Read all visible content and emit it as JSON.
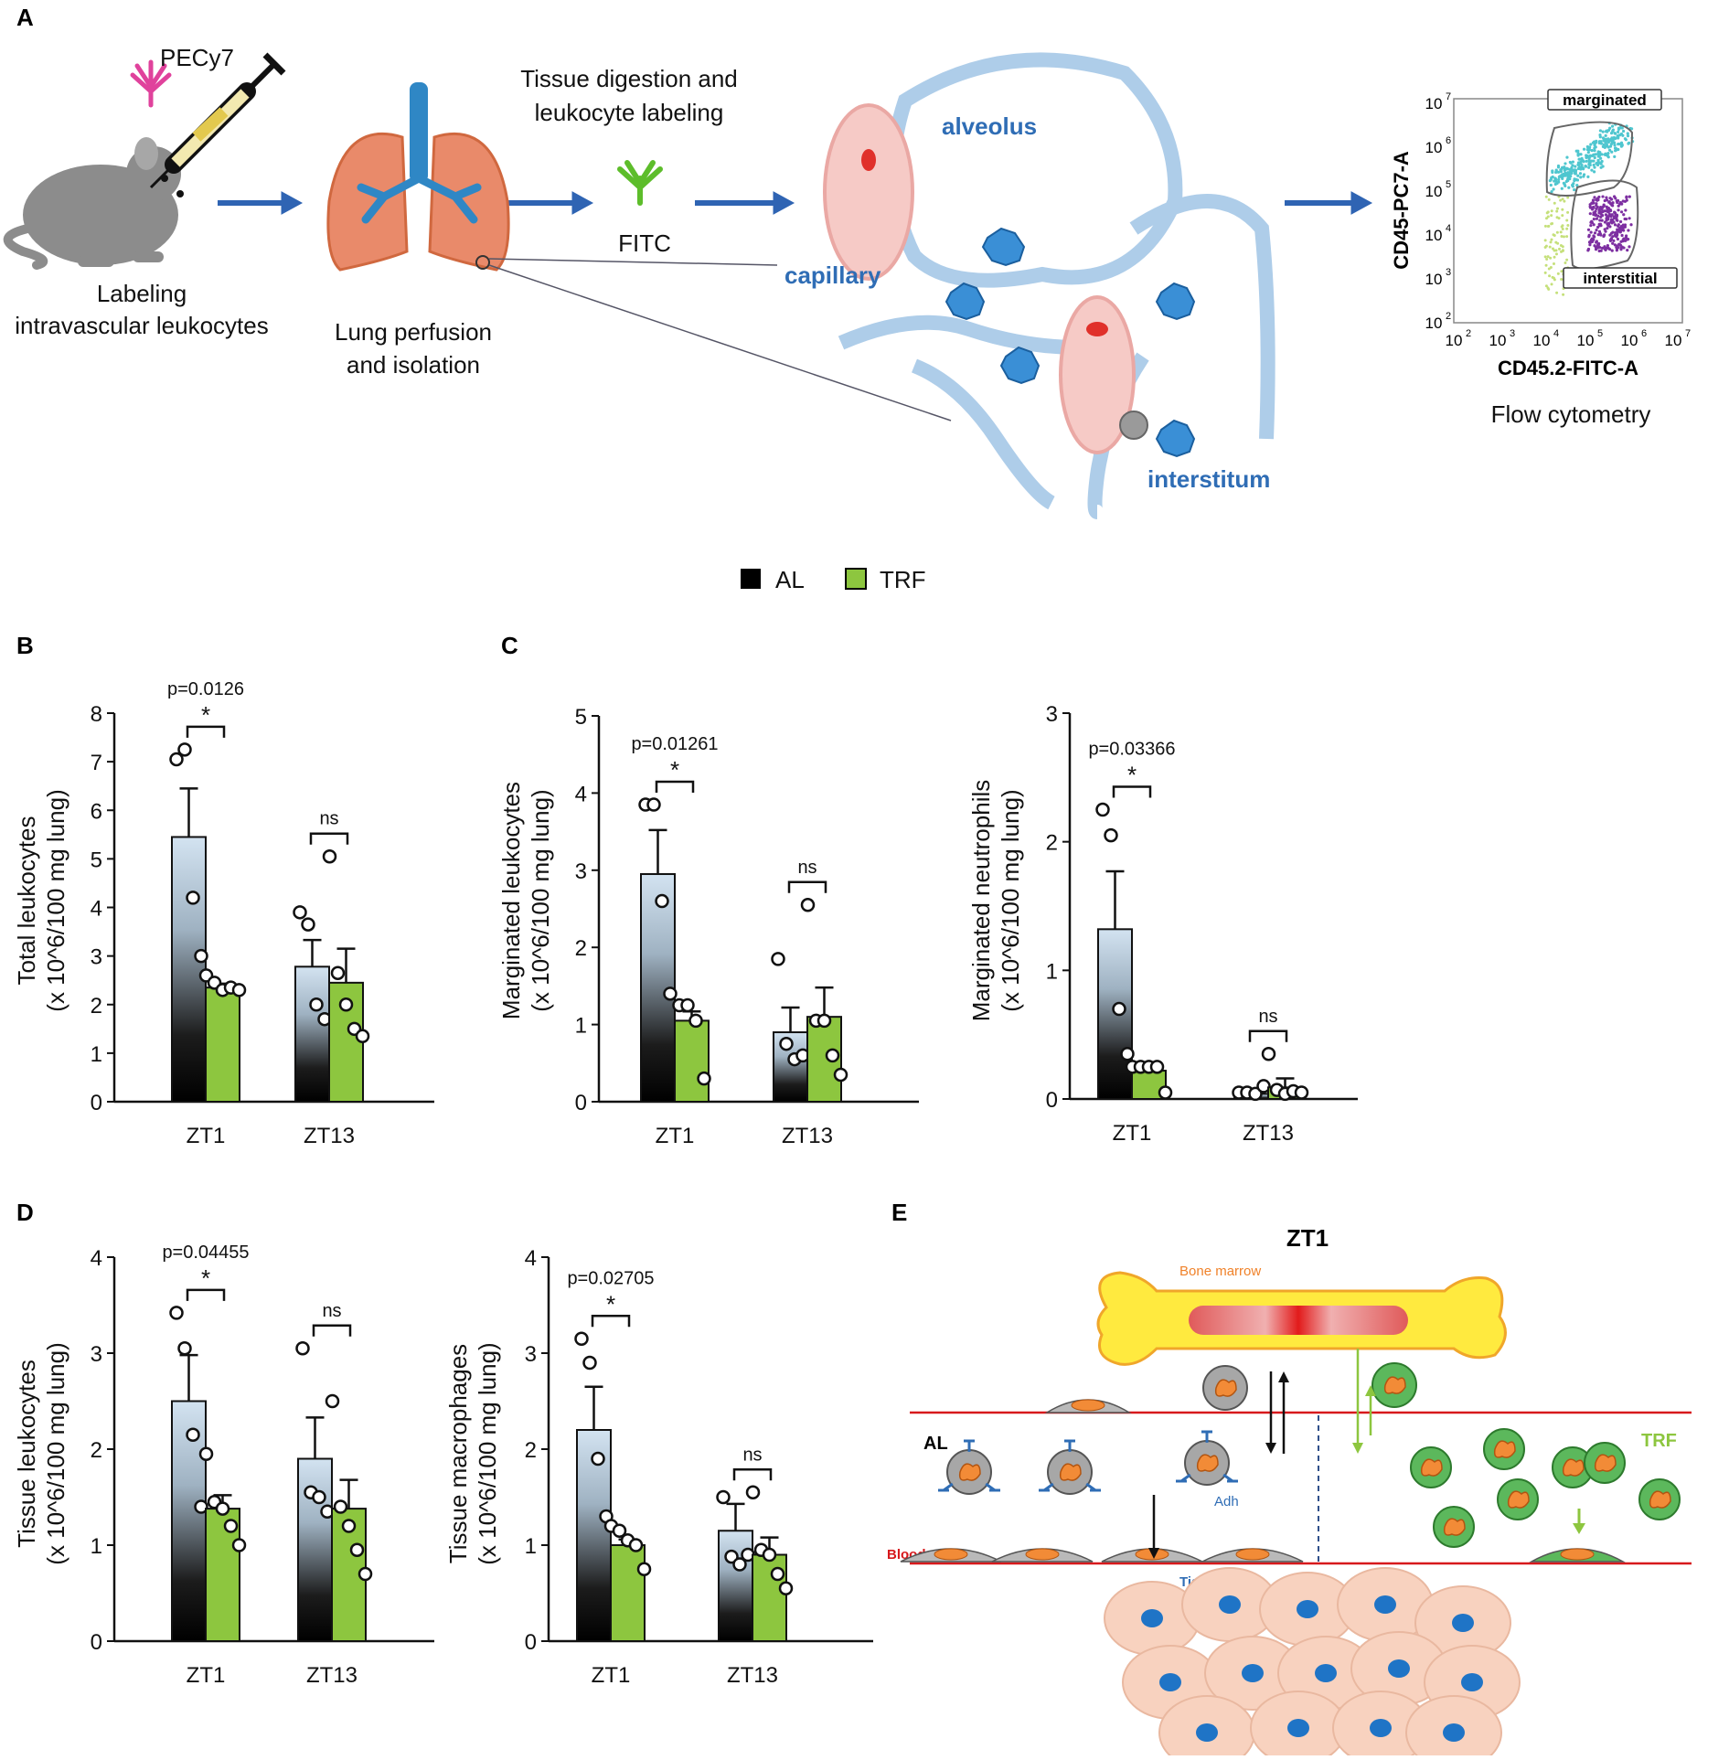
{
  "panels": {
    "a": "A",
    "b": "B",
    "c": "C",
    "d": "D",
    "e": "E"
  },
  "schematic_a": {
    "dye1": "PECy7",
    "dye2": "FITC",
    "step1_line1": "Labeling",
    "step1_line2": "intravascular leukocytes",
    "step2_line1": "Lung perfusion",
    "step2_line2": "and isolation",
    "step3_line1": "Tissue digestion and",
    "step3_line2": "leukocyte labeling",
    "alveolus": "alveolus",
    "capillary": "capillary",
    "interstitum": "interstitum",
    "flow_title": "Flow cytometry",
    "flow_xlabel": "CD45.2-FITC-A",
    "flow_ylabel": "CD45-PC7-A",
    "gate_top": "marginated",
    "gate_bottom": "interstitial",
    "flow_ticks": [
      "10",
      "2",
      "10",
      "3",
      "10",
      "4",
      "10",
      "5",
      "10",
      "6",
      "10",
      "7"
    ]
  },
  "legend": {
    "al": "AL",
    "trf": "TRF"
  },
  "colors": {
    "al": "#000000",
    "trf": "#8dc63f",
    "al_top": "#c9dcec",
    "axis_blue": "#2f6db5",
    "red": "#d7191c"
  },
  "chart_data": [
    {
      "type": "bar",
      "id": "b",
      "ylabel_line1": "Total leukocytes",
      "ylabel_line2": "(x 10^6/100  mg lung)",
      "categories": [
        "ZT1",
        "ZT13"
      ],
      "ylim": [
        0,
        8
      ],
      "yticks": [
        0,
        1,
        2,
        3,
        4,
        5,
        6,
        7,
        8
      ],
      "series": [
        {
          "name": "AL",
          "values": [
            5.45,
            2.78
          ],
          "errors": [
            1.0,
            0.55
          ],
          "points": [
            [
              7.05,
              7.25,
              4.2,
              3.0
            ],
            [
              3.9,
              3.65,
              2.0,
              1.7
            ]
          ]
        },
        {
          "name": "TRF",
          "values": [
            2.35,
            2.45
          ],
          "errors": [
            0.08,
            0.7
          ],
          "points": [
            [
              2.6,
              2.45,
              2.3,
              2.35,
              2.3
            ],
            [
              5.05,
              2.65,
              2.0,
              1.5,
              1.35
            ]
          ]
        }
      ],
      "annotations": [
        {
          "text": "p=0.0126",
          "star": "*",
          "cat": 0
        },
        {
          "text": "",
          "star": "ns",
          "cat": 1
        }
      ]
    },
    {
      "type": "bar",
      "id": "c1",
      "ylabel_line1": "Marginated leukocytes",
      "ylabel_line2": "(x 10^6/100  mg lung)",
      "categories": [
        "ZT1",
        "ZT13"
      ],
      "ylim": [
        0,
        5
      ],
      "yticks": [
        0,
        1,
        2,
        3,
        4,
        5
      ],
      "series": [
        {
          "name": "AL",
          "values": [
            2.95,
            0.9
          ],
          "errors": [
            0.57,
            0.32
          ],
          "points": [
            [
              3.85,
              3.85,
              2.6,
              1.4
            ],
            [
              1.85,
              0.75,
              0.55,
              0.6
            ]
          ]
        },
        {
          "name": "TRF",
          "values": [
            1.05,
            1.1
          ],
          "errors": [
            0.12,
            0.38
          ],
          "points": [
            [
              1.25,
              1.25,
              1.05,
              0.3
            ],
            [
              2.55,
              1.05,
              1.05,
              0.6,
              0.35
            ]
          ]
        }
      ],
      "annotations": [
        {
          "text": "p=0.01261",
          "star": "*",
          "cat": 0
        },
        {
          "text": "",
          "star": "ns",
          "cat": 1
        }
      ]
    },
    {
      "type": "bar",
      "id": "c2",
      "ylabel_line1": "Marginated neutrophils",
      "ylabel_line2": "(x 10^6/100  mg lung)",
      "categories": [
        "ZT1",
        "ZT13"
      ],
      "ylim": [
        0,
        3
      ],
      "yticks": [
        0,
        1,
        2,
        3
      ],
      "series": [
        {
          "name": "AL",
          "values": [
            1.32,
            0.04
          ],
          "errors": [
            0.45,
            0.03
          ],
          "points": [
            [
              2.25,
              2.05,
              0.7,
              0.35
            ],
            [
              0.05,
              0.05,
              0.04,
              0.1
            ]
          ]
        },
        {
          "name": "TRF",
          "values": [
            0.22,
            0.09
          ],
          "errors": [
            0.04,
            0.07
          ],
          "points": [
            [
              0.25,
              0.25,
              0.25,
              0.25,
              0.05
            ],
            [
              0.35,
              0.07,
              0.04,
              0.06,
              0.05
            ]
          ]
        }
      ],
      "annotations": [
        {
          "text": "p=0.03366",
          "star": "*",
          "cat": 0
        },
        {
          "text": "",
          "star": "ns",
          "cat": 1
        }
      ]
    },
    {
      "type": "bar",
      "id": "d1",
      "ylabel_line1": "Tissue leukocytes",
      "ylabel_line2": "(x 10^6/100  mg lung)",
      "categories": [
        "ZT1",
        "ZT13"
      ],
      "ylim": [
        0,
        4
      ],
      "yticks": [
        0,
        1,
        2,
        3,
        4
      ],
      "series": [
        {
          "name": "AL",
          "values": [
            2.5,
            1.9
          ],
          "errors": [
            0.48,
            0.43
          ],
          "points": [
            [
              3.42,
              3.05,
              2.15,
              1.4
            ],
            [
              3.05,
              1.55,
              1.5,
              1.35
            ]
          ]
        },
        {
          "name": "TRF",
          "values": [
            1.38,
            1.38
          ],
          "errors": [
            0.14,
            0.3
          ],
          "points": [
            [
              1.95,
              1.45,
              1.38,
              1.2,
              1.0
            ],
            [
              2.5,
              1.4,
              1.2,
              0.95,
              0.7
            ]
          ]
        }
      ],
      "annotations": [
        {
          "text": "p=0.04455",
          "star": "*",
          "cat": 0
        },
        {
          "text": "",
          "star": "ns",
          "cat": 1
        }
      ]
    },
    {
      "type": "bar",
      "id": "d2",
      "ylabel_line1": "Tissue macrophages",
      "ylabel_line2": "(x 10^6/100  mg lung)",
      "categories": [
        "ZT1",
        "ZT13"
      ],
      "ylim": [
        0,
        4
      ],
      "yticks": [
        0,
        1,
        2,
        3,
        4
      ],
      "series": [
        {
          "name": "AL",
          "values": [
            2.2,
            1.15
          ],
          "errors": [
            0.45,
            0.28
          ],
          "points": [
            [
              3.15,
              2.9,
              1.9,
              1.3
            ],
            [
              1.5,
              0.88,
              0.8,
              0.9
            ]
          ]
        },
        {
          "name": "TRF",
          "values": [
            1.0,
            0.9
          ],
          "errors": [
            0.06,
            0.18
          ],
          "points": [
            [
              1.2,
              1.15,
              1.05,
              1.0,
              0.75
            ],
            [
              1.55,
              0.95,
              0.9,
              0.7,
              0.55
            ]
          ]
        }
      ],
      "annotations": [
        {
          "text": "p=0.02705",
          "star": "*",
          "cat": 0
        },
        {
          "text": "",
          "star": "ns",
          "cat": 1
        }
      ]
    }
  ],
  "schematic_e": {
    "title": "ZT1",
    "bone_marrow": "Bone marrow",
    "al": "AL",
    "trf": "TRF",
    "blood": "Blood",
    "tissue": "Tissue",
    "adh": "Adh"
  }
}
